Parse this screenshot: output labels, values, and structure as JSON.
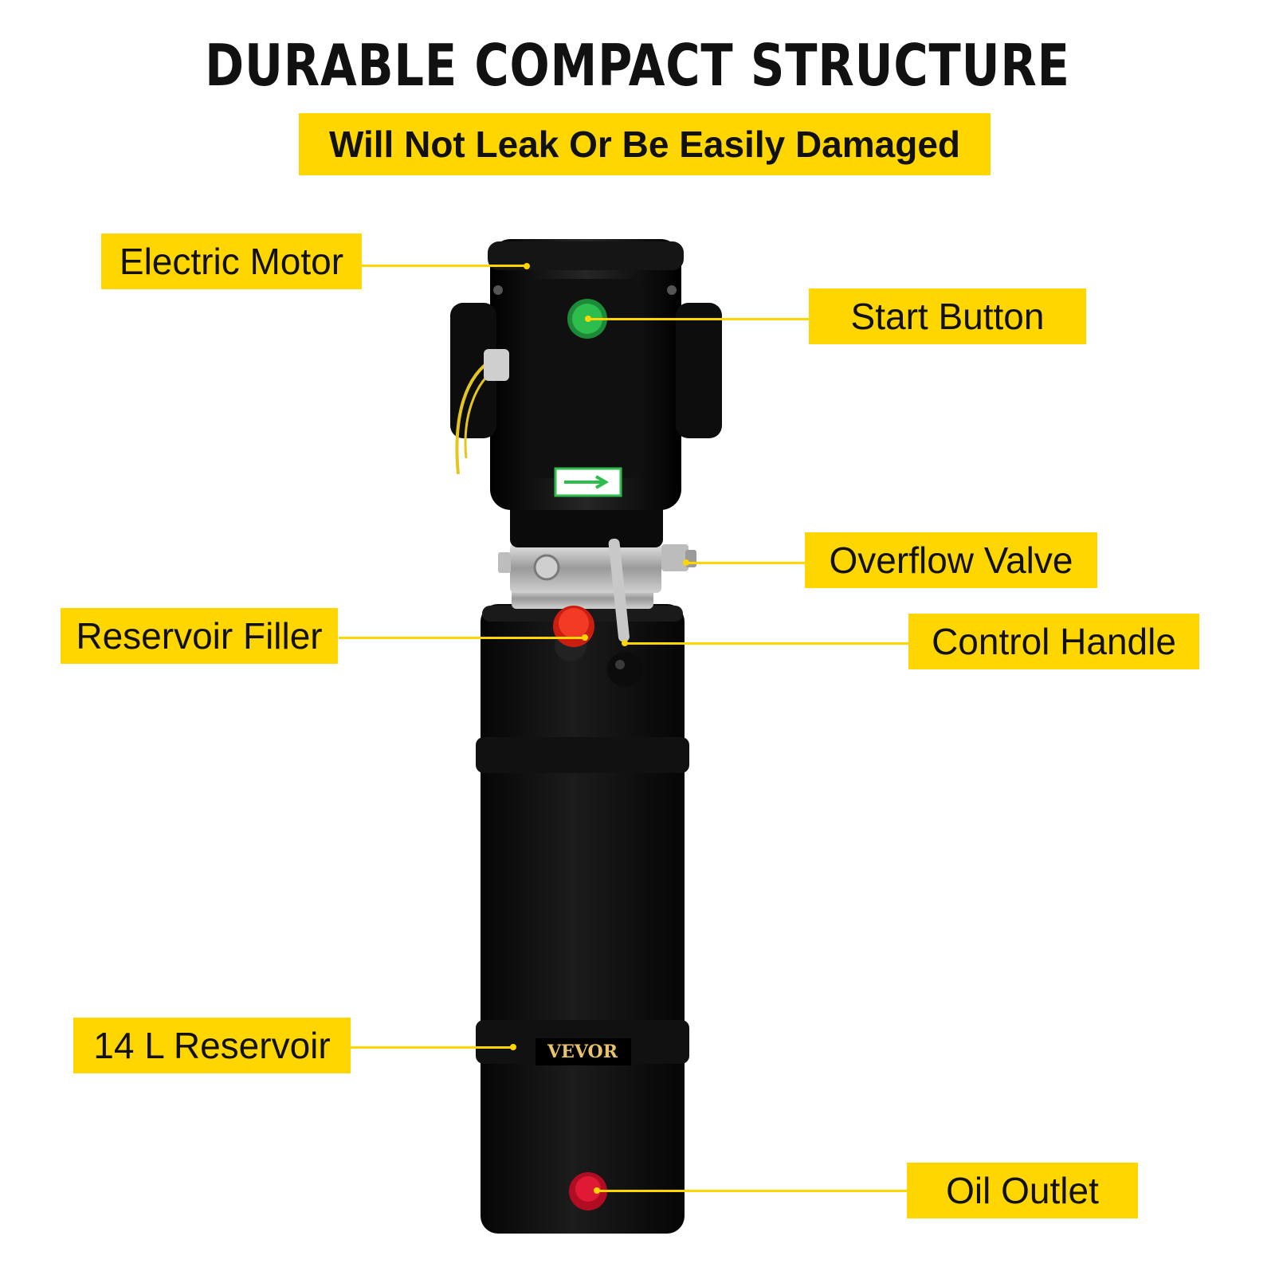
{
  "headline": "DURABLE COMPACT STRUCTURE",
  "subheadline": "Will Not Leak Or Be Easily Damaged",
  "brand": "VEVOR",
  "callouts": {
    "electric_motor": "Electric Motor",
    "start_button": "Start Button",
    "overflow_valve": "Overflow Valve",
    "reservoir_filler": "Reservoir Filler",
    "control_handle": "Control Handle",
    "reservoir": "14 L Reservoir",
    "oil_outlet": "Oil Outlet"
  },
  "colors": {
    "accent": "#FFD600",
    "body": "#0a0a0a",
    "start_button": "#2DBE4E",
    "filler_cap": "#E8301E",
    "outlet_cap": "#D0102A"
  }
}
